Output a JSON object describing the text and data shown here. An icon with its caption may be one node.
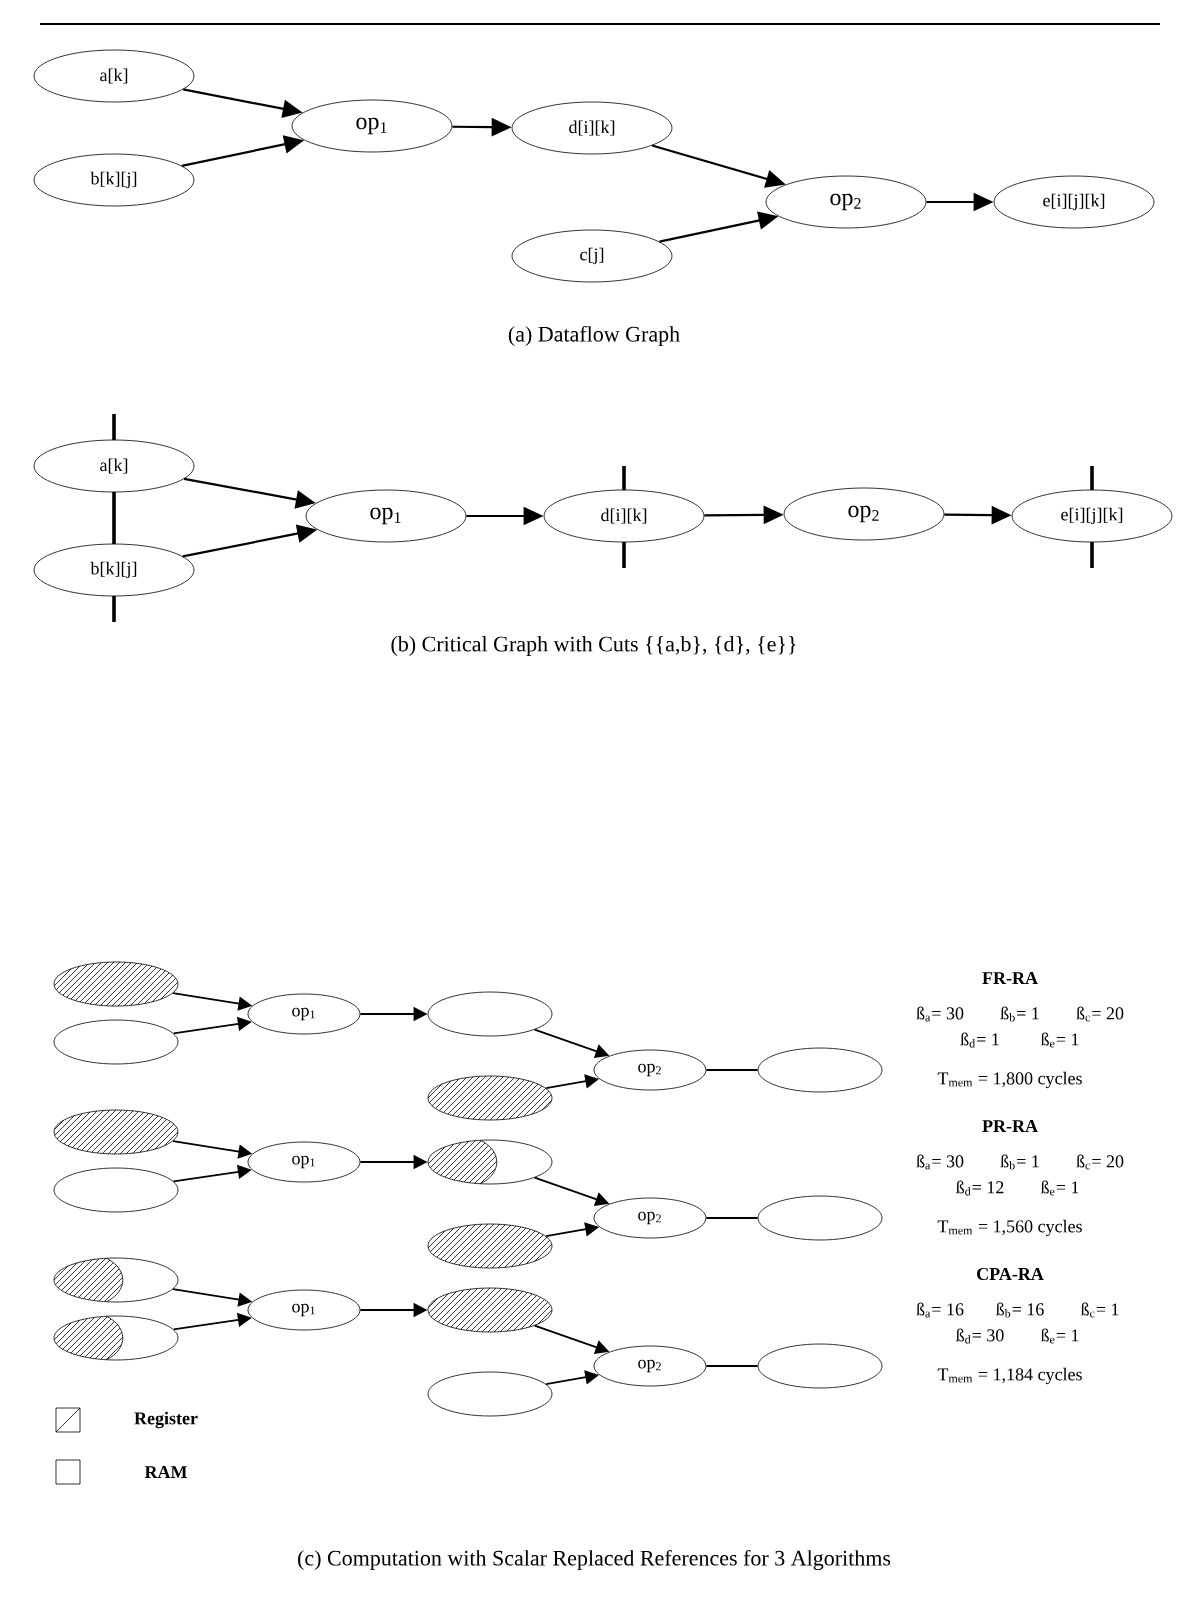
{
  "diagram": {
    "nodes": [
      {
        "text": [
          "a[k]"
        ]
      },
      {
        "text": [
          "b[k][j]"
        ]
      },
      {
        "text": [
          "op$_{1}$"
        ]
      },
      {
        "text": [
          "d[i][k]"
        ]
      },
      {
        "text": [
          "c[j]"
        ]
      },
      {
        "text": [
          "op$_{2}$"
        ]
      },
      {
        "text": [
          "e[i][j][k]"
        ]
      },
      {
        "text": [
          "a[k]"
        ]
      },
      {
        "text": [
          "b[k][j]"
        ]
      },
      {
        "text": [
          "op$_{1}$"
        ]
      },
      {
        "text": [
          "d[i][k]"
        ]
      },
      {
        "text": [
          "op$_{2}$"
        ]
      },
      {
        "text": [
          "e[i][j][k]"
        ]
      },
      {
        "text": [],
        "shape": "ellipse"
      },
      {
        "text": [],
        "shape": "ellipse"
      },
      {
        "text": [
          "op$_{1}$"
        ]
      },
      {
        "text": [],
        "shape": "ellipse"
      },
      {
        "text": [],
        "shape": "ellipse"
      },
      {
        "text": [
          "op$_{2}$"
        ]
      },
      {
        "text": [],
        "shape": "ellipse"
      },
      {
        "text": [],
        "shape": "ellipse"
      },
      {
        "text": [],
        "shape": "ellipse"
      },
      {
        "text": [
          "op$_{1}$"
        ]
      },
      {
        "text": [],
        "shape": "ellipse"
      },
      {
        "text": [],
        "shape": "ellipse"
      },
      {
        "text": [
          "op$_{2}$"
        ]
      },
      {
        "text": [],
        "shape": "ellipse"
      },
      {
        "text": [],
        "shape": "ellipse"
      },
      {
        "text": [],
        "shape": "ellipse"
      },
      {
        "text": [
          "op$_{1}$"
        ]
      },
      {
        "text": [],
        "shape": "ellipse"
      },
      {
        "text": [],
        "shape": "ellipse"
      },
      {
        "text": [
          "op$_{2}$"
        ]
      },
      {
        "text": [],
        "shape": "ellipse"
      }
    ],
    "edges": [
      {
        "from": 0,
        "to": 2,
        "arrow": "to"
      },
      {
        "from": 1,
        "to": 2,
        "arrow": "to"
      },
      {
        "from": 2,
        "to": 3,
        "arrow": "to"
      },
      {
        "from": 3,
        "to": 5,
        "arrow": "to"
      },
      {
        "from": 4,
        "to": 5,
        "arrow": "to"
      },
      {
        "from": 5,
        "to": 6,
        "arrow": "to"
      },
      {
        "from": 7,
        "to": 9,
        "arrow": "to"
      },
      {
        "from": 8,
        "to": 9,
        "arrow": "to"
      },
      {
        "from": 9,
        "to": 10,
        "arrow": "to"
      },
      {
        "from": 10,
        "to": 11,
        "arrow": "to"
      },
      {
        "from": 11,
        "to": 12,
        "arrow": "to"
      },
      {
        "from": 13,
        "to": 15,
        "arrow": "to"
      },
      {
        "from": 14,
        "to": 15,
        "arrow": "to"
      },
      {
        "from": 15,
        "to": 16,
        "arrow": "to"
      },
      {
        "from": 16,
        "to": 18,
        "arrow": "to"
      },
      {
        "from": 17,
        "to": 18,
        "arrow": "to"
      },
      {
        "from": 18,
        "to": 19,
        "arrow": "none"
      },
      {
        "from": 20,
        "to": 22,
        "arrow": "to"
      },
      {
        "from": 21,
        "to": 22,
        "arrow": "to"
      },
      {
        "from": 22,
        "to": 23,
        "arrow": "to"
      },
      {
        "from": 23,
        "to": 25,
        "arrow": "to"
      },
      {
        "from": 24,
        "to": 25,
        "arrow": "to"
      },
      {
        "from": 25,
        "to": 26,
        "arrow": "none"
      },
      {
        "from": 27,
        "to": 29,
        "arrow": "to"
      },
      {
        "from": 28,
        "to": 29,
        "arrow": "to"
      },
      {
        "from": 29,
        "to": 30,
        "arrow": "to"
      },
      {
        "from": 30,
        "to": 32,
        "arrow": "to"
      },
      {
        "from": 31,
        "to": 32,
        "arrow": "to"
      },
      {
        "from": 32,
        "to": 33,
        "arrow": "none"
      }
    ],
    "labels": [
      "(a) Dataflow Graph",
      "(b) Critical Graph with Cuts {{a,b}, {d}, {e}}",
      "FR-RA",
      "ß$_{a}$= 30",
      "ß$_{b}$= 1",
      "ß$_{c}$= 20",
      "ß$_{d}$= 1",
      "ß$_{e}$= 1",
      "T$_{mem}$ = 1,800 cycles",
      "PR-RA",
      "ß$_{a}$= 30",
      "ß$_{b}$= 1",
      "ß$_{c}$= 20",
      "ß$_{d}$= 12",
      "ß$_{e}$= 1",
      "T$_{mem}$ = 1,560 cycles",
      "CPA-RA",
      "ß$_{a}$= 16",
      "ß$_{b}$= 16",
      "ß$_{c}$= 1",
      "ß$_{d}$= 30",
      "ß$_{e}$= 1",
      "T$_{mem}$ = 1,184 cycles",
      "(c) Computation with Scalar Replaced References for 3 Algorithms"
    ],
    "legend": [
      {
        "text": "Register"
      },
      {
        "text": "RAM"
      }
    ]
  }
}
